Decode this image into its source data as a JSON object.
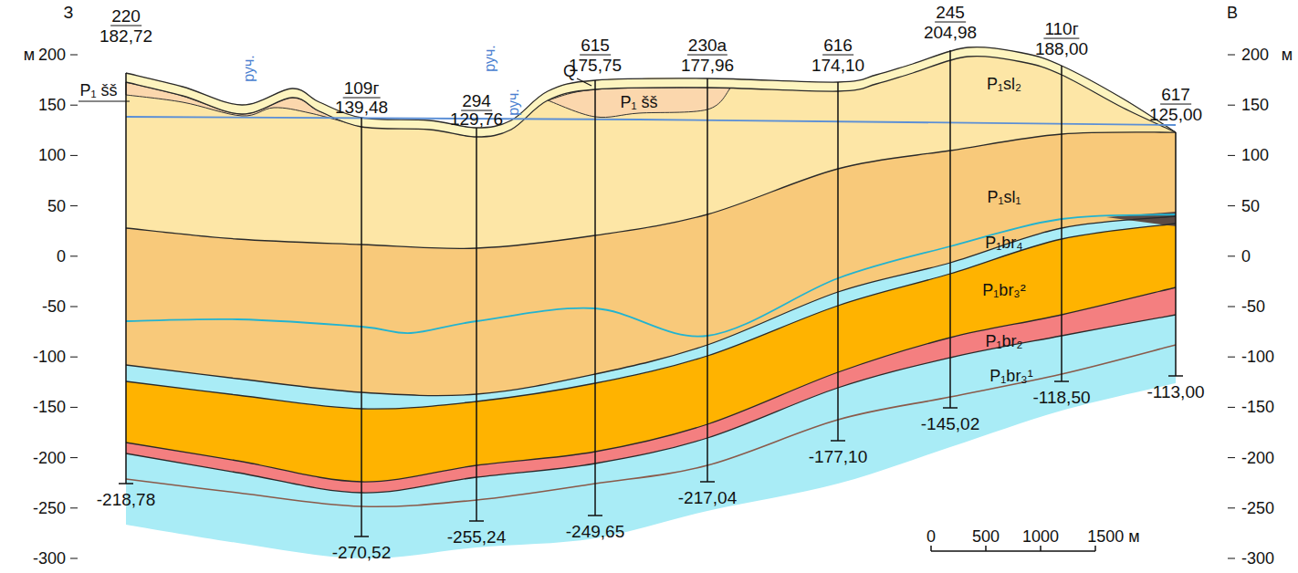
{
  "diagram": {
    "labels": [
      "З",
      "В",
      "м",
      "200",
      "150",
      "100",
      "50",
      "0",
      "-50",
      "-100",
      "-150",
      "-200",
      "-250",
      "-300",
      "м",
      "200",
      "150",
      "100",
      "50",
      "0",
      "-50",
      "-100",
      "-150",
      "-200",
      "-250",
      "-300",
      "220",
      "182,72",
      "109г",
      "139,48",
      "294",
      "129,76",
      "615",
      "175,75",
      "230а",
      "177,96",
      "616",
      "174,10",
      "245",
      "204,98",
      "110г",
      "188,00",
      "617",
      "125,00",
      "-218,78",
      "-270,52",
      "-255,24",
      "-249,65",
      "-217,04",
      "-177,10",
      "-145,02",
      "-118,50",
      "-113,00",
      "P₁ šš",
      "P₁ šš",
      "Q",
      "P₁sl₂",
      "P₁sl₁",
      "P₁br₄",
      "P₁br₃²",
      "P₁br₂",
      "P₁br₃¹",
      "руч.",
      "руч.",
      "руч.",
      "0",
      "500",
      "1000",
      "1500 м"
    ]
  }
}
